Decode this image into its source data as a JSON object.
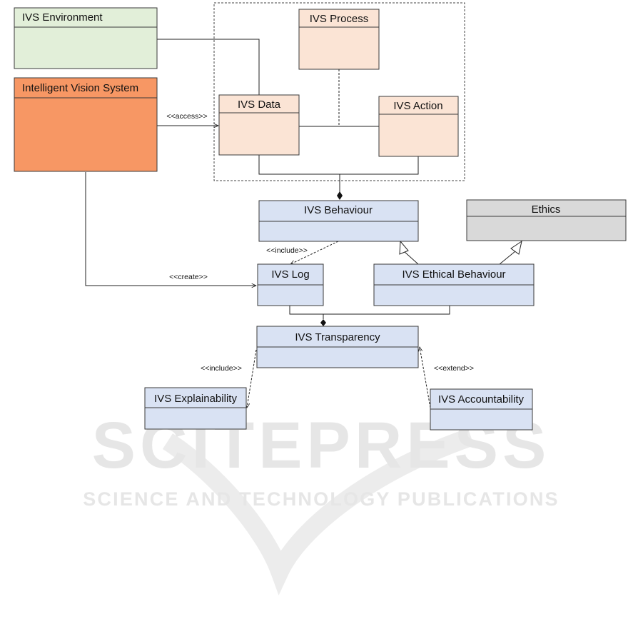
{
  "watermark": {
    "title": "SCITEPRESS",
    "subtitle": "SCIENCE AND TECHNOLOGY PUBLICATIONS"
  },
  "colors": {
    "environment": "#e2efd9",
    "system": "#f79764",
    "process": "#fbe4d5",
    "blue_class": "#d9e2f3",
    "ethics": "#d9d9d9"
  },
  "classes": {
    "ivs_environment": "IVS Environment",
    "intelligent_vision_system": "Intelligent Vision System",
    "ivs_process": "IVS Process",
    "ivs_data": "IVS Data",
    "ivs_action": "IVS Action",
    "ivs_behaviour": "IVS Behaviour",
    "ethics": "Ethics",
    "ivs_log": "IVS Log",
    "ivs_ethical_behaviour": "IVS Ethical Behaviour",
    "ivs_transparency": "IVS Transparency",
    "ivs_explainability": "IVS Explainability",
    "ivs_accountability": "IVS Accountability"
  },
  "relations": {
    "access": "<<access>>",
    "include_log": "<<include>>",
    "create": "<<create>>",
    "include_explainability": "<<include>>",
    "extend": "<<extend>>"
  }
}
